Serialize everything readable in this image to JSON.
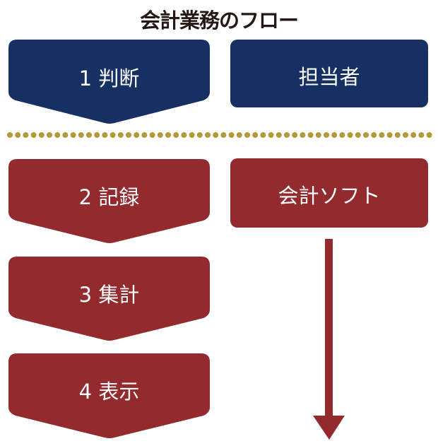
{
  "title": "会計業務のフロー",
  "steps": [
    {
      "label": "1 判断"
    },
    {
      "label": "2 記録"
    },
    {
      "label": "3 集計"
    },
    {
      "label": "4 表示"
    }
  ],
  "actors": [
    {
      "label": "担当者"
    },
    {
      "label": "会計ソフト"
    }
  ],
  "colors": {
    "navy": "#173063",
    "red": "#932a2e",
    "gold": "#b39a3a",
    "title": "#231815"
  }
}
